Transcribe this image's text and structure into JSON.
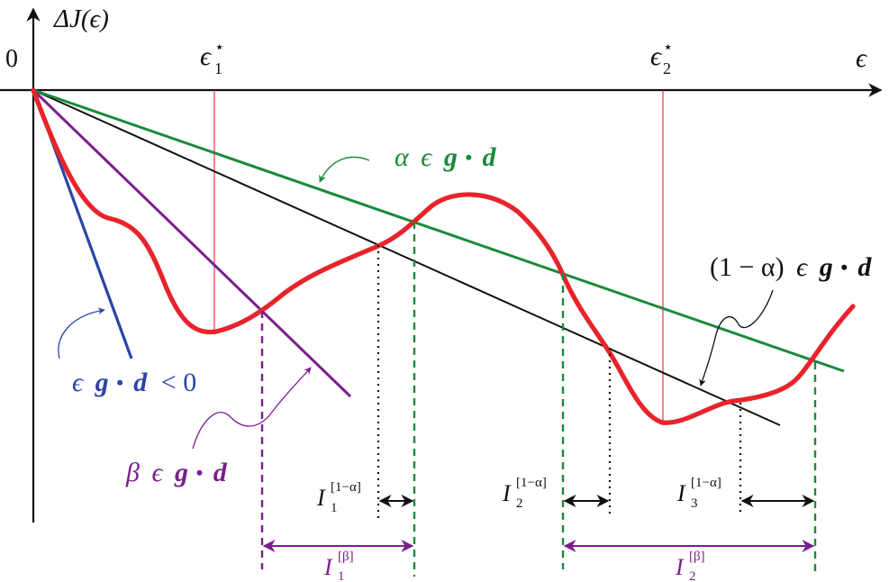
{
  "axes": {
    "y_label": "ΔJ(ϵ)",
    "x_label": "ϵ",
    "origin_label": "0"
  },
  "markers": {
    "eps1": {
      "base": "ϵ",
      "sup": "⋆",
      "sub": "1"
    },
    "eps2": {
      "base": "ϵ",
      "sup": "⋆",
      "sub": "2"
    }
  },
  "lines": {
    "green": {
      "alpha": "α",
      "eps": "ϵ",
      "g": "g",
      "dot": "•",
      "d": "d",
      "color": "#1a8a3c"
    },
    "black": {
      "prefix": "(1 − α)",
      "eps": "ϵ",
      "g": "g",
      "dot": "•",
      "d": "d",
      "color": "#111111"
    },
    "purple": {
      "beta": "β",
      "eps": "ϵ",
      "g": "g",
      "dot": "•",
      "d": "d",
      "color": "#7a1f8c"
    },
    "blue": {
      "eps": "ϵ",
      "g": "g",
      "dot": "•",
      "d": "d",
      "rel": "< 0",
      "color": "#2a44a8"
    }
  },
  "curve": {
    "color": "#e8232b"
  },
  "intervals": {
    "alpha": [
      {
        "base": "I",
        "sub": "1",
        "sup": "[1−α]"
      },
      {
        "base": "I",
        "sub": "2",
        "sup": "[1−α]"
      },
      {
        "base": "I",
        "sub": "3",
        "sup": "[1−α]"
      }
    ],
    "beta": [
      {
        "base": "I",
        "sub": "1",
        "sup": "[β]"
      },
      {
        "base": "I",
        "sub": "2",
        "sup": "[β]"
      }
    ]
  }
}
